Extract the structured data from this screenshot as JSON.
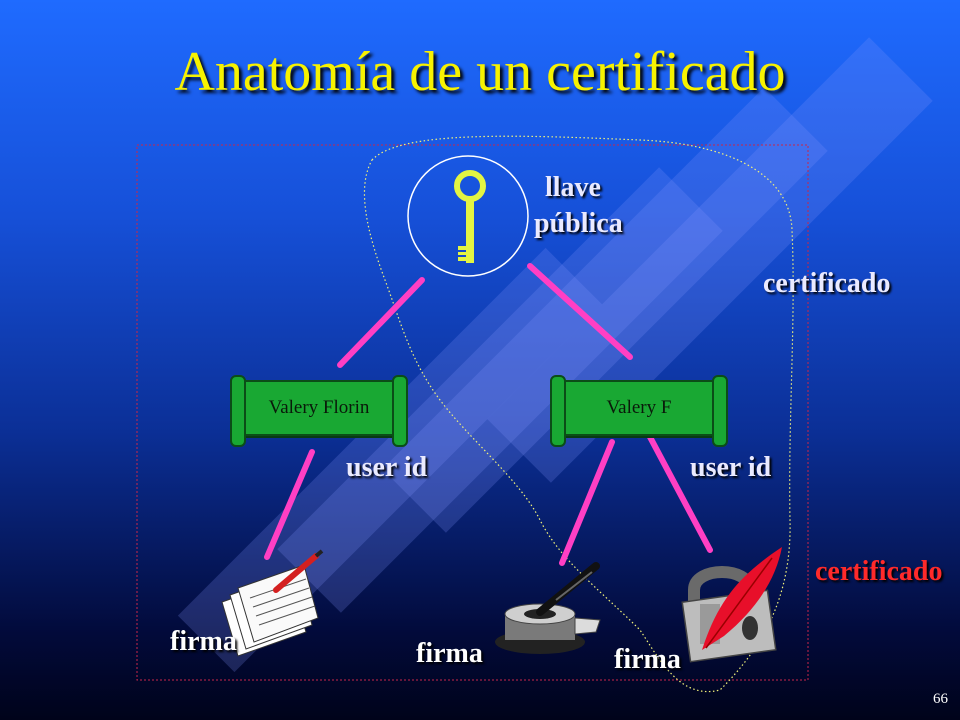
{
  "title": "Anatomía de un certificado",
  "key_label": {
    "line1": "llave",
    "line2": "pública"
  },
  "certificate_label_inner": "certificado",
  "certificate_label_outer": "certificado",
  "scroll_left": "Valery Florin",
  "scroll_right": "Valery F",
  "user_id_left": "user id",
  "user_id_right": "user id",
  "signature_left": "firma",
  "signature_middle": "firma",
  "signature_right": "firma",
  "page_number": "66",
  "colors": {
    "title": "#f7f200",
    "connector": "#ff3fc4",
    "outer_label": "#ff2a2a",
    "scroll": "#19a833"
  },
  "icons": [
    "key-icon",
    "document-pen-icon",
    "inkwell-quill-icon",
    "padlock-quill-icon"
  ]
}
